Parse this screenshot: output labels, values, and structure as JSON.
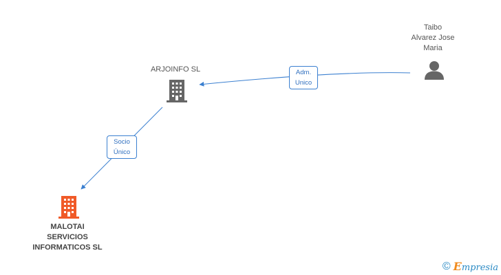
{
  "nodes": {
    "person": {
      "lines": [
        "Taibo",
        "Alvarez Jose",
        "Maria"
      ],
      "icon": "person-icon",
      "color": "#666666"
    },
    "arjoinfo": {
      "lines": [
        "ARJOINFO SL"
      ],
      "icon": "building-icon",
      "color": "#666666"
    },
    "malotai": {
      "lines": [
        "MALOTAI",
        "SERVICIOS",
        "INFORMATICOS SL"
      ],
      "icon": "building-icon",
      "color": "#f05a28"
    }
  },
  "edges": {
    "adm": {
      "lines": [
        "Adm.",
        "Unico"
      ]
    },
    "socio": {
      "lines": [
        "Socio",
        "Único"
      ]
    }
  },
  "colors": {
    "edge": "#3a7fd0"
  },
  "watermark": {
    "symbol": "©",
    "brand_initial": "E",
    "brand_rest": "mpresia"
  }
}
